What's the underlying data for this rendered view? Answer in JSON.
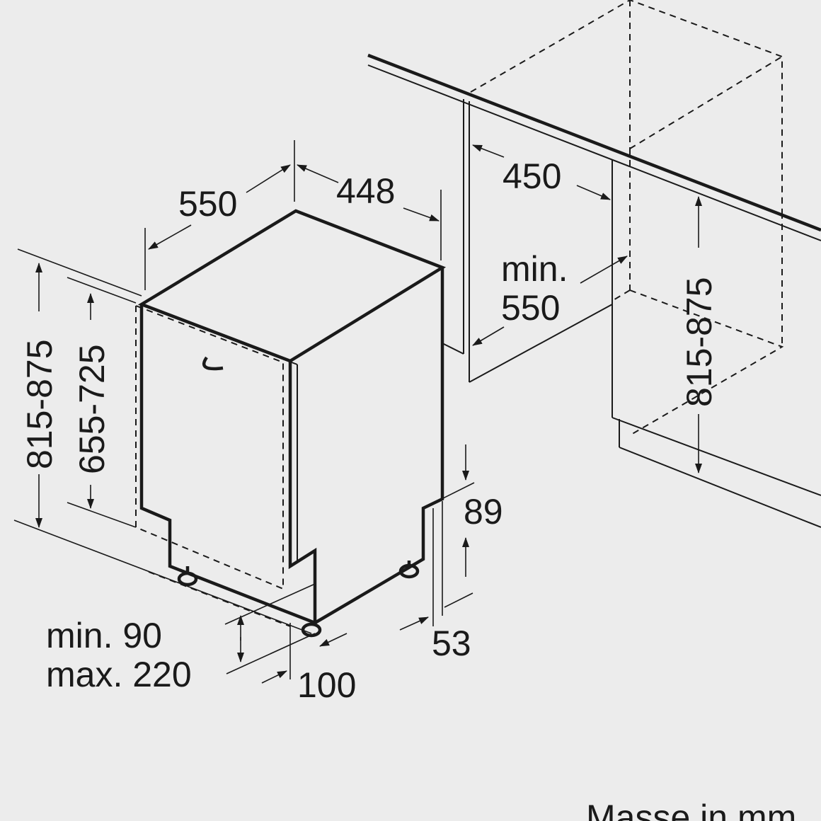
{
  "dimensions": {
    "appliance_depth": "550",
    "appliance_width": "448",
    "niche_width": "450",
    "niche_depth_label": "min.",
    "niche_depth_value": "550",
    "niche_height": "815-875",
    "total_height": "815-875",
    "door_height": "655-725",
    "toe_kick_height": "89",
    "toe_kick_depth": "53",
    "plinth_min": "min. 90",
    "plinth_max": "max. 220",
    "plinth_depth": "100"
  },
  "footer": {
    "units_note": "Masse in mm"
  },
  "colors": {
    "background": "#ececec",
    "line": "#1a1a1a"
  }
}
